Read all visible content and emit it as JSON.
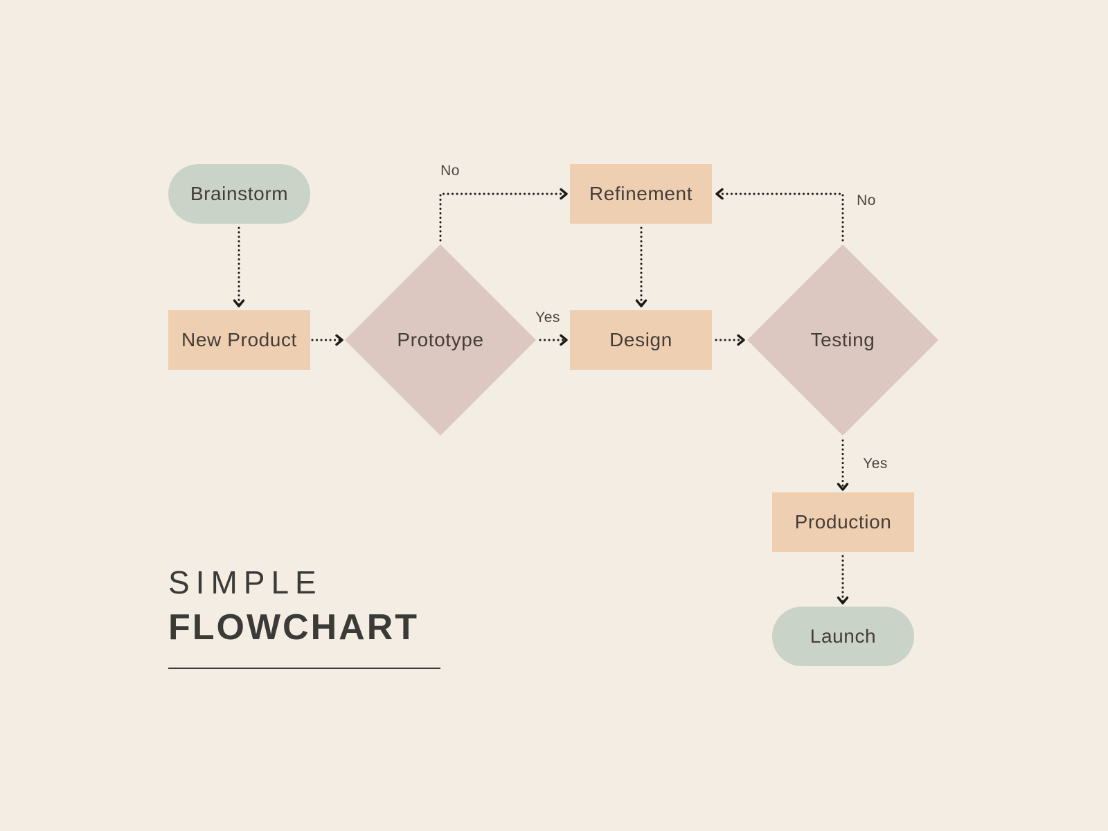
{
  "title": {
    "line1": "SIMPLE",
    "line2": "FLOWCHART"
  },
  "colors": {
    "background": "#f3ede4",
    "terminal-fill": "#cad3c8",
    "process-fill": "#efcfb2",
    "decision-fill": "#dcc8c0",
    "node-text": "#443d37",
    "label-text": "#4a453f",
    "connector": "#1c1a18",
    "title-text": "#3b3a37"
  },
  "nodes": [
    {
      "id": "brainstorm",
      "label": "Brainstorm",
      "type": "terminal"
    },
    {
      "id": "new-product",
      "label": "New Product",
      "type": "process"
    },
    {
      "id": "prototype",
      "label": "Prototype",
      "type": "decision"
    },
    {
      "id": "refinement",
      "label": "Refinement",
      "type": "process"
    },
    {
      "id": "design",
      "label": "Design",
      "type": "process"
    },
    {
      "id": "testing",
      "label": "Testing",
      "type": "decision"
    },
    {
      "id": "production",
      "label": "Production",
      "type": "process"
    },
    {
      "id": "launch",
      "label": "Launch",
      "type": "terminal"
    }
  ],
  "edges": [
    {
      "from": "Brainstorm",
      "to": "New Product",
      "label": ""
    },
    {
      "from": "New Product",
      "to": "Prototype",
      "label": ""
    },
    {
      "from": "Prototype",
      "to": "Refinement",
      "label": "No"
    },
    {
      "from": "Prototype",
      "to": "Design",
      "label": "Yes"
    },
    {
      "from": "Refinement",
      "to": "Design",
      "label": ""
    },
    {
      "from": "Design",
      "to": "Testing",
      "label": ""
    },
    {
      "from": "Testing",
      "to": "Refinement",
      "label": "No"
    },
    {
      "from": "Testing",
      "to": "Production",
      "label": "Yes"
    },
    {
      "from": "Production",
      "to": "Launch",
      "label": ""
    }
  ]
}
